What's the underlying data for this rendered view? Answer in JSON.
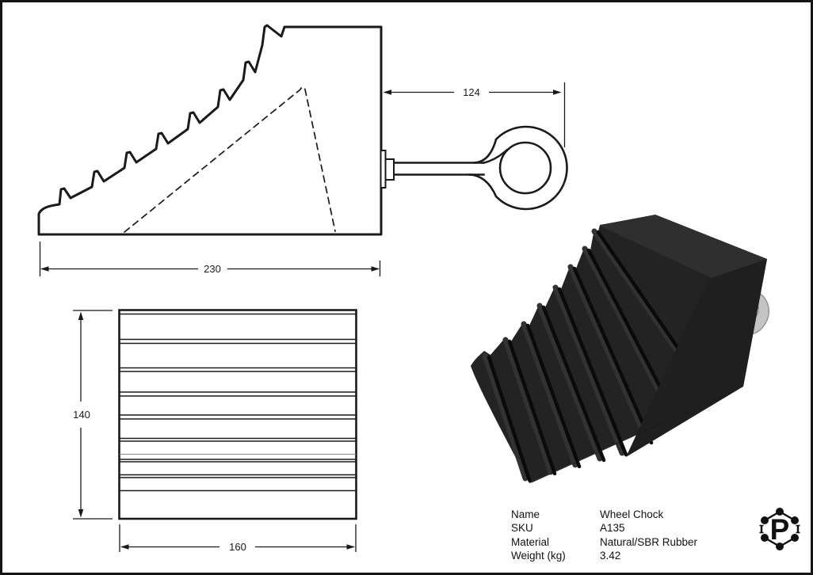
{
  "side_view": {
    "width_dim": "230",
    "eyebolt_dim": "124"
  },
  "top_view": {
    "height_dim": "140",
    "width_dim": "160"
  },
  "spec_table": {
    "rows": [
      {
        "label": "Name",
        "value": "Wheel Chock"
      },
      {
        "label": "SKU",
        "value": "A135"
      },
      {
        "label": "Material",
        "value": "Natural/SBR Rubber"
      },
      {
        "label": "Weight (kg)",
        "value": "3.42"
      }
    ]
  },
  "logo": {
    "letter": "P"
  },
  "colors": {
    "line": "#1a1a1a",
    "render_body": "#232323",
    "render_top": "#2f2f2f",
    "render_side": "#1f1f1f",
    "render_front": "#181818",
    "render_groove": "#0a0a0a",
    "render_ridge_light": "#323232",
    "handle": "#c4c4c4",
    "handle_edge": "#969696"
  }
}
